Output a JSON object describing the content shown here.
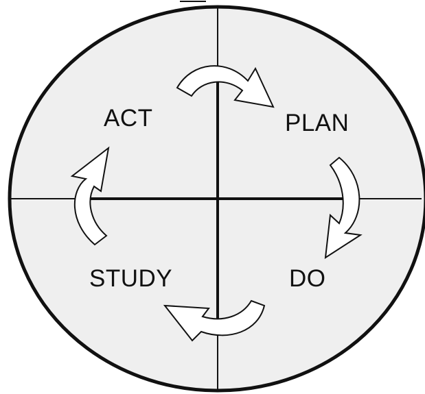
{
  "diagram": {
    "labels": {
      "act": "ACT",
      "plan": "PLAN",
      "do": "DO",
      "study": "STUDY"
    },
    "colors": {
      "circle_fill": "#efefef",
      "outline": "#111111",
      "arrow_fill": "#ffffff"
    }
  }
}
